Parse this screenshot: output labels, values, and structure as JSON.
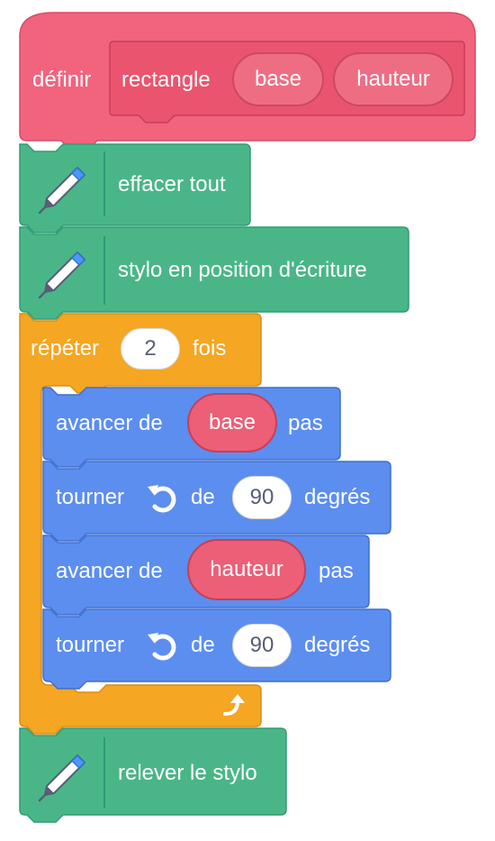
{
  "colors": {
    "define": "#f2647e",
    "pen": "#4ab688",
    "control": "#f5a623",
    "motion": "#5c8ef0"
  },
  "define_block": {
    "label": "définir",
    "name": "rectangle",
    "params": [
      "base",
      "hauteur"
    ]
  },
  "pen_clear": {
    "icon": "pen-icon",
    "label": "effacer tout"
  },
  "pen_down": {
    "icon": "pen-icon",
    "label": "stylo en position d'écriture"
  },
  "repeat": {
    "label_before": "répéter",
    "count": "2",
    "label_after": "fois",
    "loop_icon": "loop-arrow-icon"
  },
  "motion": [
    {
      "type": "move",
      "label_before": "avancer de",
      "value": "base",
      "label_after": "pas"
    },
    {
      "type": "turn",
      "label_before": "tourner",
      "icon": "rotate-left-icon",
      "label_mid": "de",
      "value": "90",
      "label_after": "degrés"
    },
    {
      "type": "move",
      "label_before": "avancer de",
      "value": "hauteur",
      "label_after": "pas"
    },
    {
      "type": "turn",
      "label_before": "tourner",
      "icon": "rotate-left-icon",
      "label_mid": "de",
      "value": "90",
      "label_after": "degrés"
    }
  ],
  "pen_up": {
    "icon": "pen-icon",
    "label": "relever le stylo"
  }
}
